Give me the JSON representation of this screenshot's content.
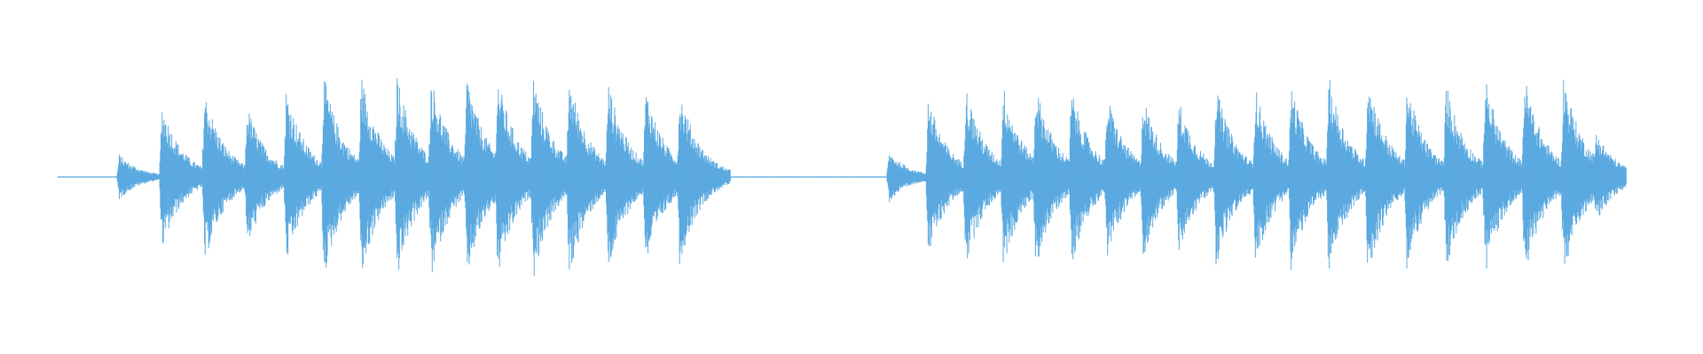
{
  "chart_data": {
    "type": "area",
    "title": "",
    "xlabel": "",
    "ylabel": "",
    "grid": false,
    "legend": "none",
    "color": "#5aa9e0",
    "baseline_color": "#5aa9e0",
    "ylim": [
      -1,
      1
    ],
    "xlim": [
      0,
      1
    ],
    "groups": [
      {
        "name": "",
        "burst_times": [
          0.07,
          0.095,
          0.12,
          0.145,
          0.168,
          0.19,
          0.212,
          0.233,
          0.253,
          0.274,
          0.292,
          0.313,
          0.334,
          0.357,
          0.379,
          0.399
        ],
        "burst_peaks": [
          0.22,
          0.72,
          0.85,
          0.7,
          0.86,
          1.0,
          1.0,
          1.0,
          1.0,
          1.0,
          1.0,
          1.0,
          1.0,
          0.93,
          0.88,
          0.86
        ],
        "burst_decay": 0.012
      },
      {
        "name": "",
        "burst_times": [
          0.522,
          0.545,
          0.567,
          0.589,
          0.608,
          0.629,
          0.65,
          0.671,
          0.692,
          0.714,
          0.737,
          0.758,
          0.78,
          0.803,
          0.826,
          0.849,
          0.872,
          0.895,
          0.918,
          0.937
        ],
        "burst_peaks": [
          0.25,
          0.78,
          0.89,
          0.9,
          0.91,
          0.87,
          0.8,
          0.81,
          0.77,
          0.89,
          0.88,
          0.92,
          1.0,
          1.0,
          0.91,
          0.93,
          0.97,
          1.0,
          1.0,
          0.46
        ],
        "burst_decay": 0.012
      }
    ],
    "x_range": [
      0.034,
      0.955
    ],
    "quiet_spans": [
      [
        0.41,
        0.515
      ]
    ]
  }
}
